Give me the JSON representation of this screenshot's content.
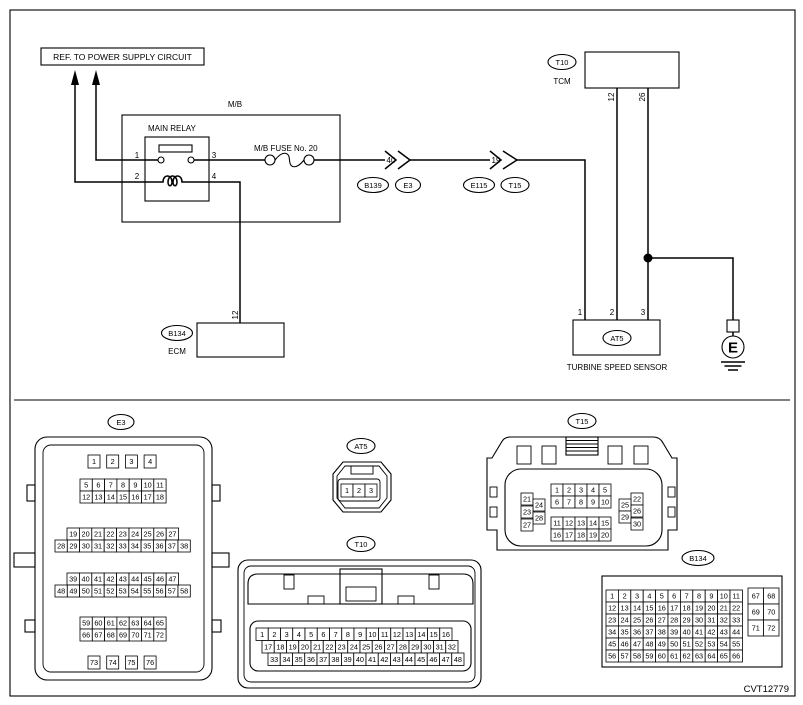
{
  "diagram": {
    "ref_box": "REF. TO POWER SUPPLY CIRCUIT",
    "mb_label": "M/B",
    "main_relay": "MAIN RELAY",
    "relay_pins": {
      "p1": "1",
      "p2": "2",
      "p3": "3",
      "p4": "4"
    },
    "fuse_label": "M/B FUSE No. 20",
    "conn_40": {
      "pin": "40",
      "left": "B139",
      "right": "E3"
    },
    "conn_19": {
      "pin": "19",
      "left": "E115",
      "right": "T15"
    },
    "ecm": {
      "tag": "B134",
      "name": "ECM",
      "pin": "12"
    },
    "tcm": {
      "tag": "T10",
      "name": "TCM",
      "pin_a": "12",
      "pin_b": "26"
    },
    "sensor": {
      "tag": "AT5",
      "name": "TURBINE SPEED SENSOR",
      "pins": [
        "1",
        "2",
        "3"
      ]
    },
    "ground": "E"
  },
  "connectors": {
    "e3": {
      "tag": "E3",
      "rows": [
        [
          "1",
          "2",
          "3",
          "4"
        ],
        [
          "5",
          "6",
          "7",
          "8",
          "9",
          "10",
          "11"
        ],
        [
          "12",
          "13",
          "14",
          "15",
          "16",
          "17",
          "18"
        ],
        [
          "19",
          "20",
          "21",
          "22",
          "23",
          "24",
          "25",
          "26",
          "27"
        ],
        [
          "28",
          "29",
          "30",
          "31",
          "32",
          "33",
          "34",
          "35",
          "36",
          "37",
          "38"
        ],
        [
          "39",
          "40",
          "41",
          "42",
          "43",
          "44",
          "45",
          "46",
          "47"
        ],
        [
          "48",
          "49",
          "50",
          "51",
          "52",
          "53",
          "54",
          "55",
          "56",
          "57",
          "58"
        ],
        [
          "59",
          "60",
          "61",
          "62",
          "63",
          "64",
          "65"
        ],
        [
          "66",
          "67",
          "68",
          "69",
          "70",
          "71",
          "72"
        ],
        [
          "73",
          "74",
          "75",
          "76"
        ]
      ]
    },
    "at5": {
      "tag": "AT5",
      "rows": [
        [
          "1",
          "2",
          "3"
        ]
      ]
    },
    "t15": {
      "tag": "T15",
      "rows": [
        [
          "1",
          "2",
          "3",
          "4",
          "5"
        ],
        [
          "6",
          "7",
          "8",
          "9",
          "10"
        ],
        [
          "11",
          "12",
          "13",
          "14",
          "15"
        ],
        [
          "16",
          "17",
          "18",
          "19",
          "20"
        ]
      ],
      "left": [
        "21",
        "24",
        "23",
        "28",
        "27"
      ],
      "right": [
        "22",
        "25",
        "26",
        "29",
        "30"
      ]
    },
    "t10": {
      "tag": "T10",
      "rows": [
        [
          "1",
          "2",
          "3",
          "4",
          "5",
          "6",
          "7",
          "8",
          "9",
          "10",
          "11",
          "12",
          "13",
          "14",
          "15",
          "16"
        ],
        [
          "17",
          "18",
          "19",
          "20",
          "21",
          "22",
          "23",
          "24",
          "25",
          "26",
          "27",
          "28",
          "29",
          "30",
          "31",
          "32"
        ],
        [
          "33",
          "34",
          "35",
          "36",
          "37",
          "38",
          "39",
          "40",
          "41",
          "42",
          "43",
          "44",
          "45",
          "46",
          "47",
          "48"
        ]
      ]
    },
    "b134": {
      "tag": "B134",
      "rows": [
        [
          "1",
          "2",
          "3",
          "4",
          "5",
          "6",
          "7",
          "8",
          "9",
          "10",
          "11"
        ],
        [
          "12",
          "13",
          "14",
          "15",
          "16",
          "17",
          "18",
          "19",
          "20",
          "21",
          "22"
        ],
        [
          "23",
          "24",
          "25",
          "26",
          "27",
          "28",
          "29",
          "30",
          "31",
          "32",
          "33"
        ],
        [
          "34",
          "35",
          "36",
          "37",
          "38",
          "39",
          "40",
          "41",
          "42",
          "43",
          "44"
        ],
        [
          "45",
          "46",
          "47",
          "48",
          "49",
          "50",
          "51",
          "52",
          "53",
          "54",
          "55"
        ],
        [
          "56",
          "57",
          "58",
          "59",
          "60",
          "61",
          "62",
          "63",
          "64",
          "65",
          "66"
        ]
      ],
      "side": [
        [
          "67",
          "68"
        ],
        [
          "69",
          "70"
        ],
        [
          "71",
          "72"
        ]
      ]
    }
  },
  "figure_code": "CVT12779",
  "colors": {
    "line": "#000000",
    "background": "#ffffff"
  }
}
